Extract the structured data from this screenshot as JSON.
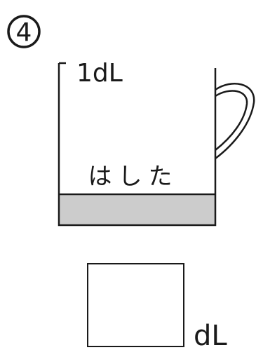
{
  "problem_number": "④",
  "cup": {
    "capacity_label": "1dL",
    "fill_label": "はした",
    "fill_color": "#cccccc",
    "outline_color": "#1a1a1a"
  },
  "answer": {
    "unit": "dL"
  }
}
